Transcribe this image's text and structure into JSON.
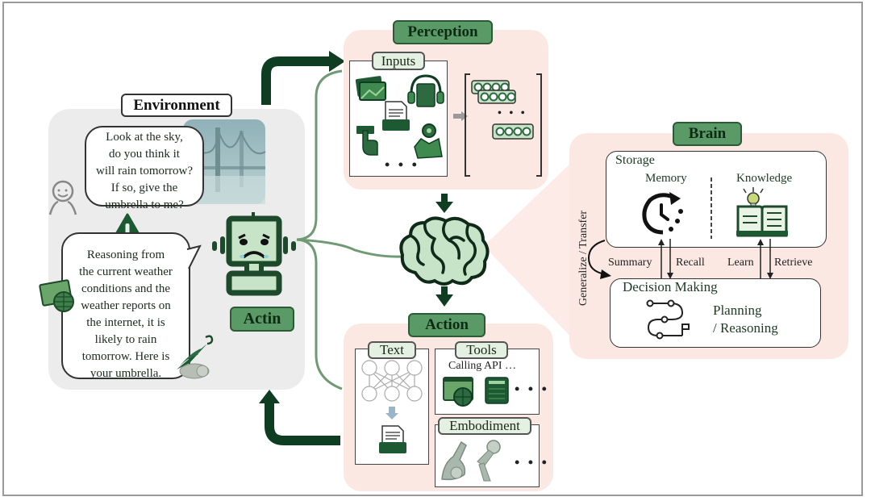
{
  "diagram": {
    "title": "LLM-based Agent Framework",
    "environment": {
      "label": "Environment",
      "user_bubble_lines": [
        "Look at the sky,",
        "do you think it",
        "will rain tomorrow?",
        "If so, give the",
        "umbrella to me?"
      ],
      "agent_bubble_lines": [
        "Reasoning from",
        "the current weather",
        "conditions and the",
        "weather reports on",
        "the internet, it is",
        "likely to rain",
        "tomorrow. Here is",
        "your umbrella."
      ],
      "agent_label": "Actin"
    },
    "perception": {
      "label": "Perception",
      "inputs_label": "Inputs",
      "inputs_more": "• • •",
      "embeddings_more": "• • •"
    },
    "brain": {
      "label": "Brain",
      "storage_label": "Storage",
      "memory_label": "Memory",
      "knowledge_label": "Knowledge",
      "summary_label": "Summary",
      "recall_label": "Recall",
      "learn_label": "Learn",
      "retrieve_label": "Retrieve",
      "generalize_label": "Generalize / Transfer",
      "decision_label": "Decision Making",
      "planning_line1": "Planning",
      "planning_line2": "/ Reasoning"
    },
    "action": {
      "label": "Action",
      "text_label": "Text",
      "tools_label": "Tools",
      "calling_api_label": "Calling API …",
      "tools_more": "• • •",
      "embodiment_label": "Embodiment",
      "embodiment_more": "• • •"
    },
    "colors": {
      "dark_green": "#0f3d22",
      "tag_green": "#5a9a67",
      "light_green": "#c7e3c8",
      "panel_pink": "#fbe8e2",
      "panel_gray": "#ececec"
    }
  }
}
